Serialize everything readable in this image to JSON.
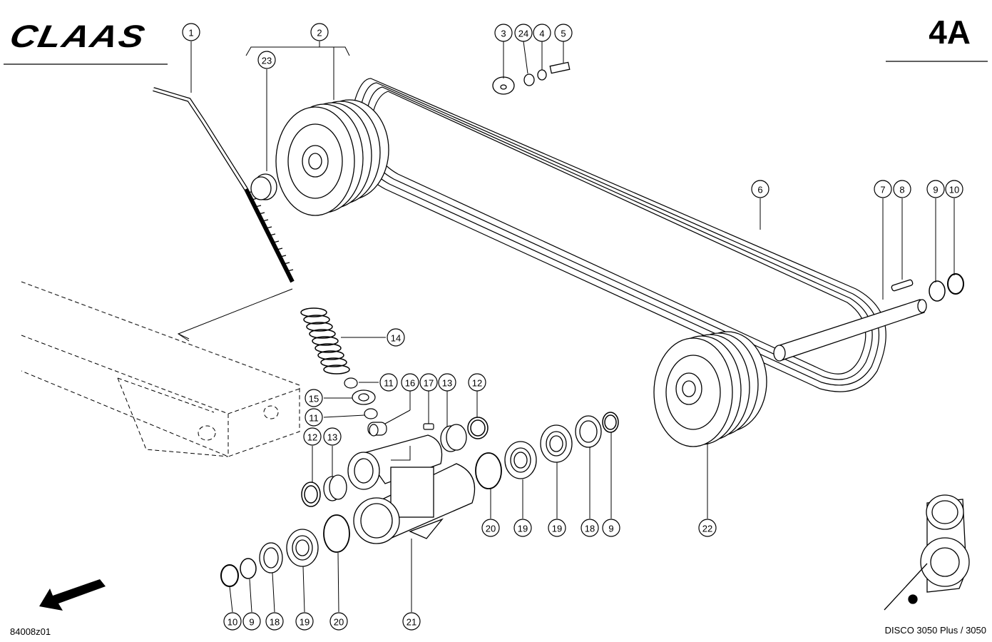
{
  "header": {
    "brand": "CLAAS",
    "page_code": "4A"
  },
  "footer": {
    "drawing_number": "84008z01",
    "model": "DISCO 3050 Plus / 3050"
  },
  "callouts": [
    {
      "id": "c1",
      "label": "1"
    },
    {
      "id": "c2",
      "label": "2"
    },
    {
      "id": "c3",
      "label": "3"
    },
    {
      "id": "c24a",
      "label": "24"
    },
    {
      "id": "c4",
      "label": "4"
    },
    {
      "id": "c5",
      "label": "5"
    },
    {
      "id": "c23",
      "label": "23"
    },
    {
      "id": "c6",
      "label": "6"
    },
    {
      "id": "c7",
      "label": "7"
    },
    {
      "id": "c8",
      "label": "8"
    },
    {
      "id": "c9a",
      "label": "9"
    },
    {
      "id": "c10a",
      "label": "10"
    },
    {
      "id": "c14",
      "label": "14"
    },
    {
      "id": "c11a",
      "label": "11"
    },
    {
      "id": "c16",
      "label": "16"
    },
    {
      "id": "c17",
      "label": "17"
    },
    {
      "id": "c13a",
      "label": "13"
    },
    {
      "id": "c12a",
      "label": "12"
    },
    {
      "id": "c15",
      "label": "15"
    },
    {
      "id": "c11b",
      "label": "11"
    },
    {
      "id": "c12b",
      "label": "12"
    },
    {
      "id": "c13b",
      "label": "13"
    },
    {
      "id": "c20a",
      "label": "20"
    },
    {
      "id": "c19a",
      "label": "19"
    },
    {
      "id": "c19b",
      "label": "19"
    },
    {
      "id": "c18a",
      "label": "18"
    },
    {
      "id": "c9b",
      "label": "9"
    },
    {
      "id": "c22",
      "label": "22"
    },
    {
      "id": "c10b",
      "label": "10"
    },
    {
      "id": "c9c",
      "label": "9"
    },
    {
      "id": "c18b",
      "label": "18"
    },
    {
      "id": "c19c",
      "label": "19"
    },
    {
      "id": "c20b",
      "label": "20"
    },
    {
      "id": "c21",
      "label": "21"
    }
  ]
}
